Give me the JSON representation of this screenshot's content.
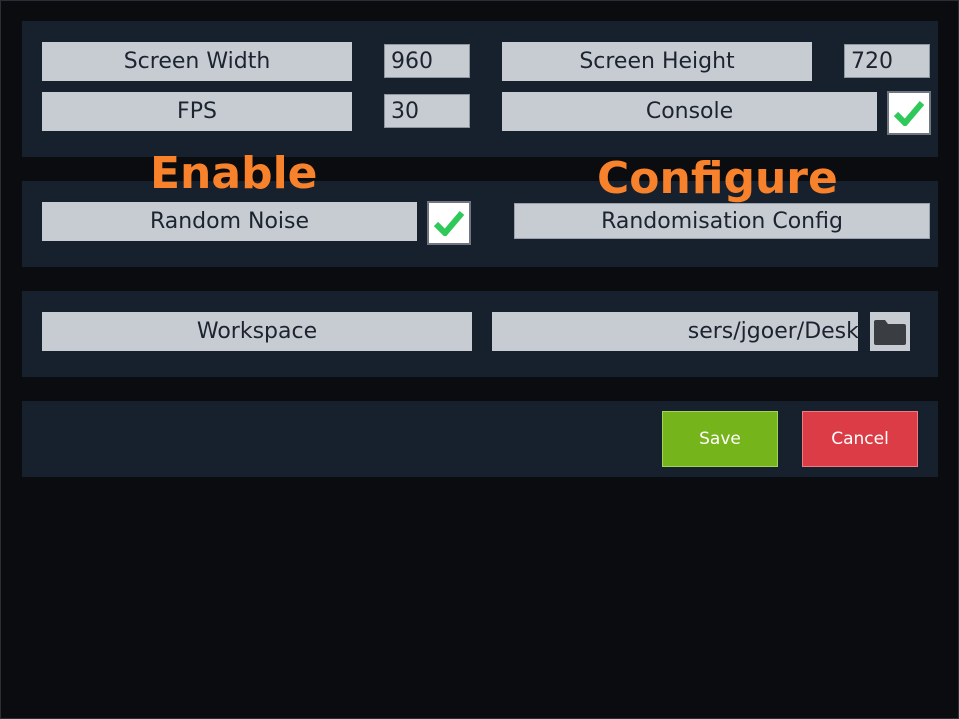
{
  "display": {
    "screen_width_label": "Screen Width",
    "screen_width_value": "960",
    "screen_height_label": "Screen Height",
    "screen_height_value": "720",
    "fps_label": "FPS",
    "fps_value": "30",
    "console_label": "Console",
    "console_checked": true
  },
  "randomisation": {
    "enable_heading": "Enable",
    "configure_heading": "Configure",
    "random_noise_label": "Random Noise",
    "random_noise_checked": true,
    "config_button_label": "Randomisation Config"
  },
  "workspace": {
    "label": "Workspace",
    "path_visible": "sers/jgoer/Desktop/RoboticsWorks"
  },
  "actions": {
    "save_label": "Save",
    "cancel_label": "Cancel"
  },
  "colors": {
    "accent_heading": "#f7822b",
    "save_button": "#76b41c",
    "cancel_button": "#dc3c45",
    "checkmark": "#2fc95a",
    "panel": "#17212d",
    "background": "#0a0c10"
  },
  "icons": {
    "checkbox": "checkmark-icon",
    "browse": "folder-icon"
  }
}
